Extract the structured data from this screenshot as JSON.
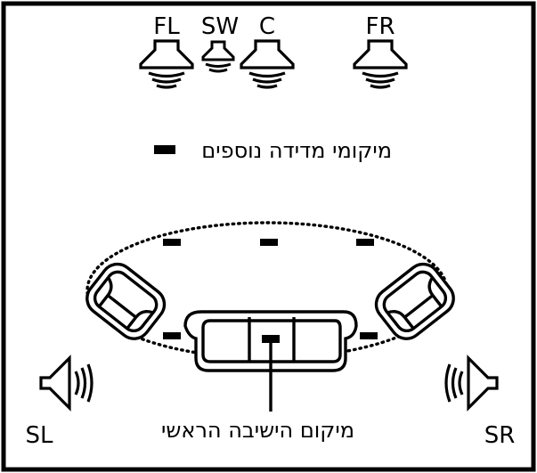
{
  "speakers": {
    "fl": "FL",
    "sw": "SW",
    "c": "C",
    "fr": "FR",
    "sl": "SL",
    "sr": "SR"
  },
  "legend": {
    "additional_positions": "מיקומי מדידה נוספים"
  },
  "main_position": {
    "label": "מיקום הישיבה הראשי"
  },
  "colors": {
    "stroke": "#000000",
    "background": "#ffffff"
  }
}
